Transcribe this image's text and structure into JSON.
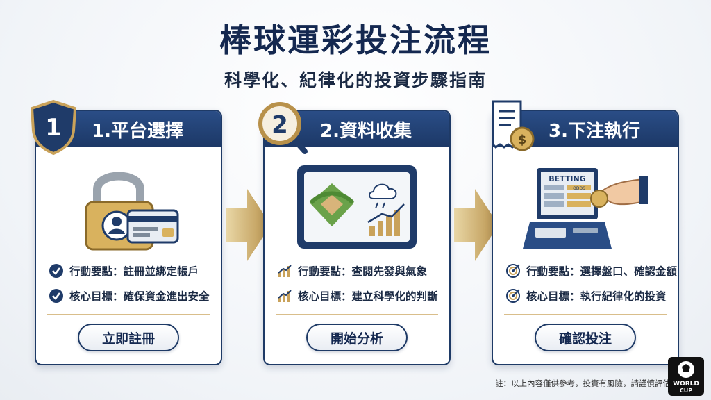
{
  "title": "棒球運彩投注流程",
  "subtitle": "科學化、紀律化的投資步驟指南",
  "steps": [
    {
      "number": "1",
      "title": "1.平台選擇",
      "points": [
        "行動要點：註冊並綁定帳戶",
        "核心目標：確保資金進出安全"
      ],
      "point_icon": "check-circle-icon",
      "button": "立即註冊",
      "illustration": "padlock-id-card"
    },
    {
      "number": "2",
      "title": "2.資料收集",
      "points": [
        "行動要點：查閱先發與氣象",
        "核心目標：建立科學化的判斷"
      ],
      "point_icon": "bar-chart-icon",
      "button": "開始分析",
      "illustration": "tablet-field-weather"
    },
    {
      "number": "3",
      "title": "3.下注執行",
      "points": [
        "行動要點：選擇盤口、確認金額",
        "核心目標：執行紀律化的投資"
      ],
      "point_icon": "target-icon",
      "button": "確認投注",
      "illustration": "betting-terminal",
      "terminal_label": "BETTING",
      "terminal_odds": "ODDS"
    }
  ],
  "footnote": "註：以上內容僅供參考，投資有風險，請謹慎評估",
  "logo": {
    "line1": "WORLD",
    "line2": "CUP"
  },
  "colors": {
    "navy": "#1e3a66",
    "gold": "#c9a25a",
    "header": "#2a4d86"
  }
}
